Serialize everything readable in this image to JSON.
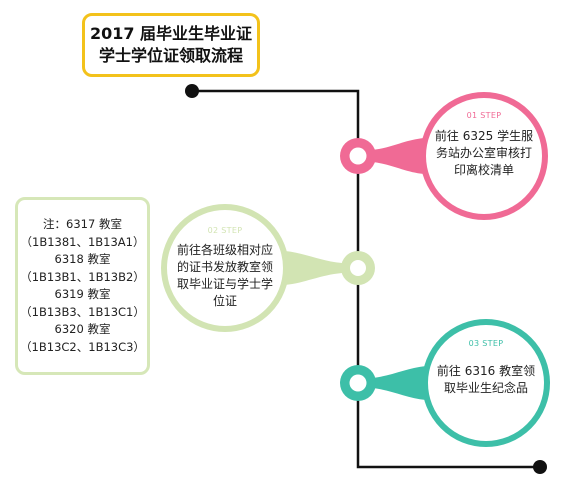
{
  "title": {
    "line1": "2017 届毕业生毕业证",
    "line2": "学士学位证领取流程"
  },
  "colors": {
    "title_border": "#f3c21b",
    "timeline": "#111111",
    "step1": "#f06a95",
    "step2": "#d2e4b3",
    "step3": "#3dbfa8",
    "note_border": "#d6e7b8"
  },
  "steps": [
    {
      "label": "01 STEP",
      "lines": [
        "前往 6325 学生服",
        "务站办公室审核打",
        "印离校清单"
      ]
    },
    {
      "label": "02 STEP",
      "lines": [
        "前往各班级相对应",
        "的证书发放教室领",
        "取毕业证与学士学",
        "位证"
      ]
    },
    {
      "label": "03 STEP",
      "lines": [
        "前往 6316 教室领",
        "取毕业生纪念品"
      ]
    }
  ],
  "note": {
    "lines": [
      "注：6317 教室",
      "（1B1381、1B13A1）",
      "6318 教室",
      "（1B13B1、1B13B2）",
      "6319 教室",
      "（1B13B3、1B13C1）",
      "6320 教室",
      "（1B13C2、1B13C3）"
    ]
  }
}
